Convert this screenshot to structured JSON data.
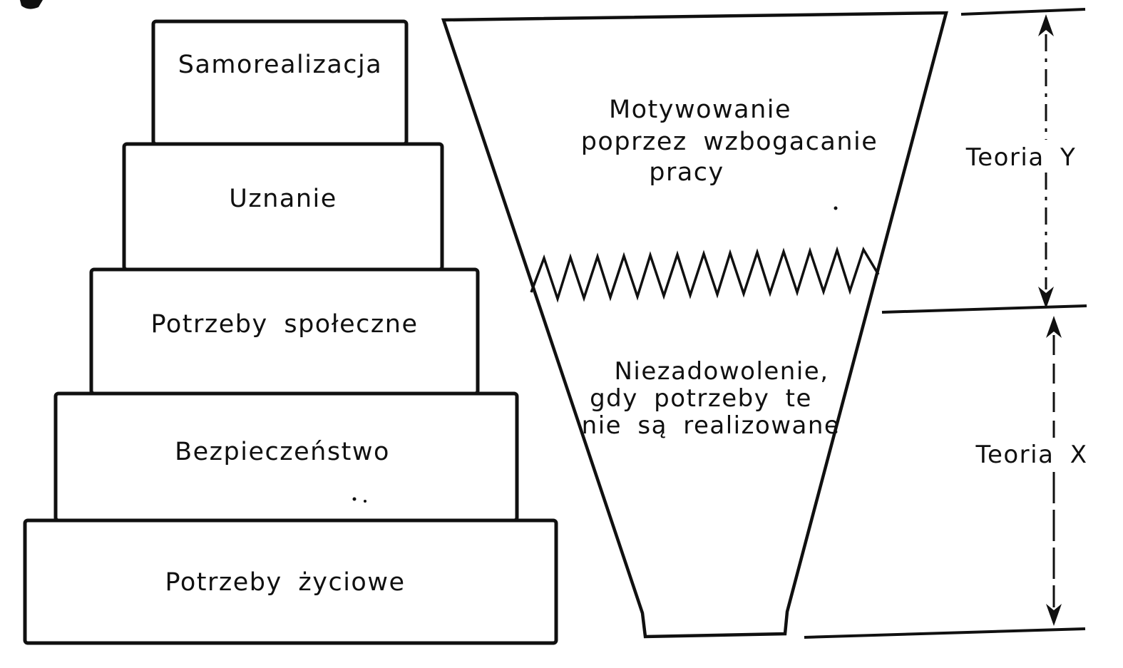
{
  "pyramid": {
    "levels": [
      {
        "label": "Samorealizacja"
      },
      {
        "label": "Uznanie"
      },
      {
        "label": "Potrzeby społeczne"
      },
      {
        "label": "Bezpieczeństwo"
      },
      {
        "label": "Potrzeby życiowe"
      }
    ]
  },
  "funnel": {
    "upper": {
      "line1": "Motywowanie",
      "line2": "poprzez wzbogacanie",
      "line3": "pracy"
    },
    "lower": {
      "line1": "Niezadowolenie,",
      "line2": "gdy potrzeby te",
      "line3": "nie są realizowane"
    }
  },
  "annotations": {
    "theory_y_label": "Teoria Y",
    "theory_x_label": "Teoria X"
  },
  "colors": {
    "ink": "#101010",
    "paper": "#ffffff"
  }
}
